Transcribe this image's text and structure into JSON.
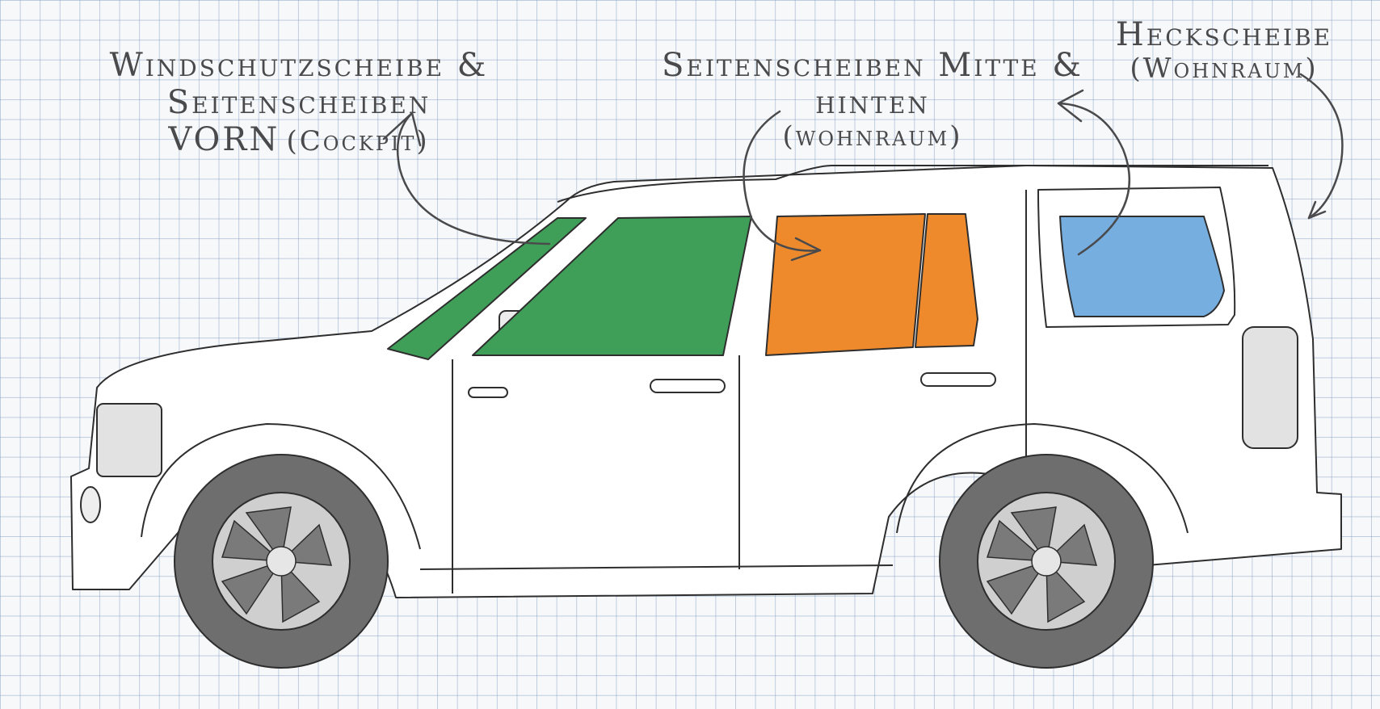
{
  "labels": {
    "front": {
      "line1": "Windschutzscheibe & Seitenscheiben",
      "line2_main": "VORN",
      "line2_sub": "(Cockpit)"
    },
    "middle": {
      "line1": "Seitenscheiben Mitte & hinten",
      "line2": "(wohnraum)"
    },
    "rear": {
      "line1": "Heckscheibe",
      "line2": "(Wohnraum)"
    }
  },
  "colors": {
    "front_windows": "#3f9f58",
    "middle_windows": "#ee8a2c",
    "rear_window": "#76aee0",
    "outline": "#2e2e2e",
    "tire": "#6e6e6e",
    "rim": "#cfcfcf"
  },
  "icons": [
    "curved-arrow-icon",
    "car-outline-icon",
    "wheel-icon"
  ]
}
